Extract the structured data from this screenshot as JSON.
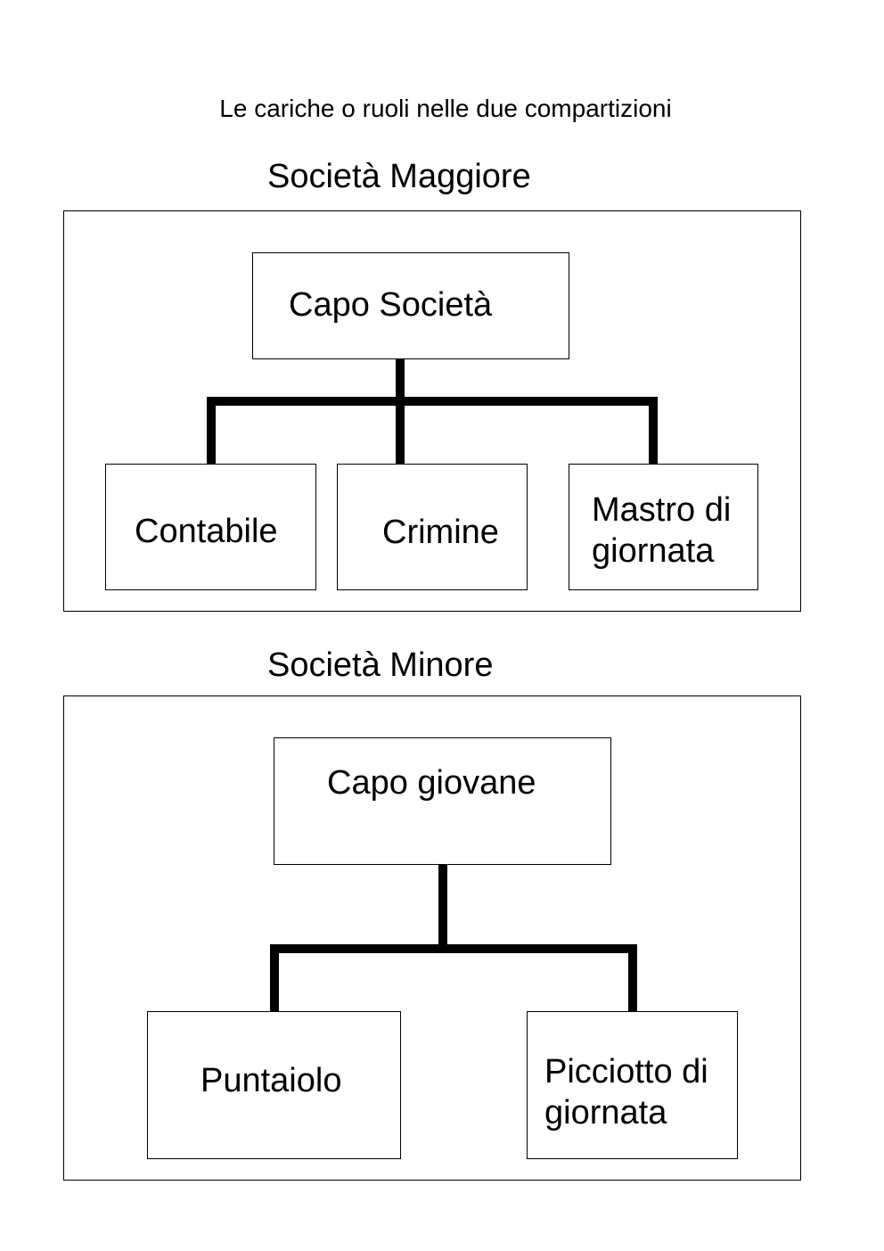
{
  "header": {
    "title": "Le cariche o ruoli nelle due compartizioni"
  },
  "society_major": {
    "title": "Società Maggiore",
    "root": "Capo Società",
    "children": [
      "Contabile",
      "Crimine",
      "Mastro di giornata"
    ]
  },
  "society_minor": {
    "title": "Società Minore",
    "root": "Capo giovane",
    "children": [
      "Puntaiolo",
      "Picciotto di giornata"
    ]
  }
}
